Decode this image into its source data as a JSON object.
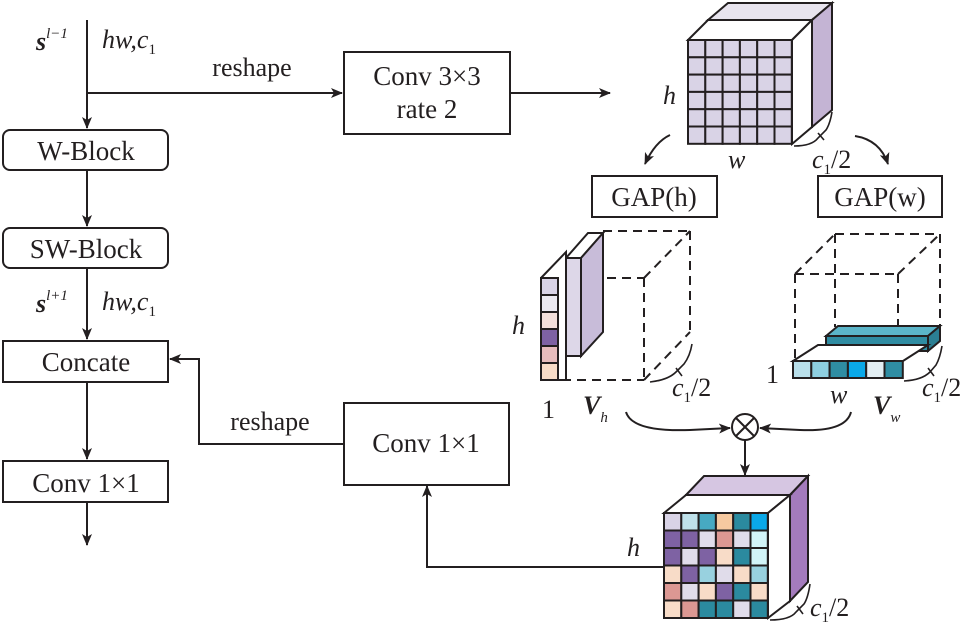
{
  "diagram": {
    "title": "",
    "nodes": {
      "w_block": "W-Block",
      "sw_block": "SW-Block",
      "concate": "Concate",
      "conv1x1_left": "Conv 1×1",
      "conv3x3_line1": "Conv 3×3",
      "conv3x3_line2": "rate 2",
      "conv1x1_mid": "Conv 1×1",
      "gap_h": "GAP(h)",
      "gap_w": "GAP(w)"
    },
    "labels": {
      "input_symbol": "s",
      "input_sup": "l−1",
      "input_dims": "hw,c",
      "input_dims_sub": "1",
      "output_symbol": "s",
      "output_sup": "l+1",
      "output_dims": "hw,c",
      "output_dims_sub": "1",
      "reshape_top": "reshape",
      "reshape_bottom": "reshape",
      "cube_h": "h",
      "cube_w": "w",
      "cube_c": "c",
      "cube_c_sub": "1",
      "cube_c_frac": "/2",
      "vh_h": "h",
      "vh_one": "1",
      "vh_symbol": "V",
      "vh_sub": "h",
      "vh_c": "c",
      "vh_c_sub": "1",
      "vh_c_frac": "/2",
      "vw_one": "1",
      "vw_w": "w",
      "vw_symbol": "V",
      "vw_sub": "w",
      "vw_c": "c",
      "vw_c_sub": "1",
      "vw_c_frac": "/2",
      "out_h": "h",
      "out_c": "c",
      "out_c_sub": "1",
      "out_c_frac": "/2",
      "multiply_symbol": "⊗"
    },
    "colors": {
      "lavender": "#d9d3e6",
      "lavender_dark": "#c3b6d6",
      "purple": "#7e62a3",
      "purple_side": "#a47bbd",
      "purple_front": "#b89ccf",
      "purple_top": "#d6c6e2",
      "peach": "#f8dcc8",
      "pink": "#dc9893",
      "teal": "#2b8a9f",
      "teal_light": "#bfe1ea",
      "teal_mid": "#55b3c9",
      "cyan_bright": "#0aa8e8",
      "cyan_pale": "#d2f4f8",
      "pale": "#e6e3ef",
      "stroke": "#231f20"
    },
    "vh_cells": [
      "#d9d3e6",
      "#ece9f1",
      "#f4e0dc",
      "#7e62a3",
      "#e6bcbc",
      "#f8dcc8"
    ],
    "vw_cells": [
      "#b9dfea",
      "#8ecfe0",
      "#2f8da3",
      "#0aa8e8",
      "#e3eef3",
      "#2f8da3"
    ],
    "out_grid": [
      [
        "#d9d3e6",
        "#bfe1ea",
        "#47a9c2",
        "#f6c9a0",
        "#2b8a9f",
        "#0aa8e8"
      ],
      [
        "#7e62a3",
        "#7e62a3",
        "#e0dcea",
        "#dc9893",
        "#e0dcea",
        "#d2f4f8"
      ],
      [
        "#7e62a3",
        "#e0dcea",
        "#7e62a3",
        "#f8dcc8",
        "#2b8a9f",
        "#d2f4f8"
      ],
      [
        "#f8dcc8",
        "#7e62a3",
        "#98d1df",
        "#e0dcea",
        "#f8dcc8",
        "#98d1df"
      ],
      [
        "#dc9893",
        "#e0dcea",
        "#f8dcc8",
        "#7e62a3",
        "#2b8a9f",
        "#f8dcc8"
      ],
      [
        "#f8dcc8",
        "#dc9893",
        "#2b8a9f",
        "#2b8a9f",
        "#e0dcea",
        "#2b8a9f"
      ]
    ]
  }
}
